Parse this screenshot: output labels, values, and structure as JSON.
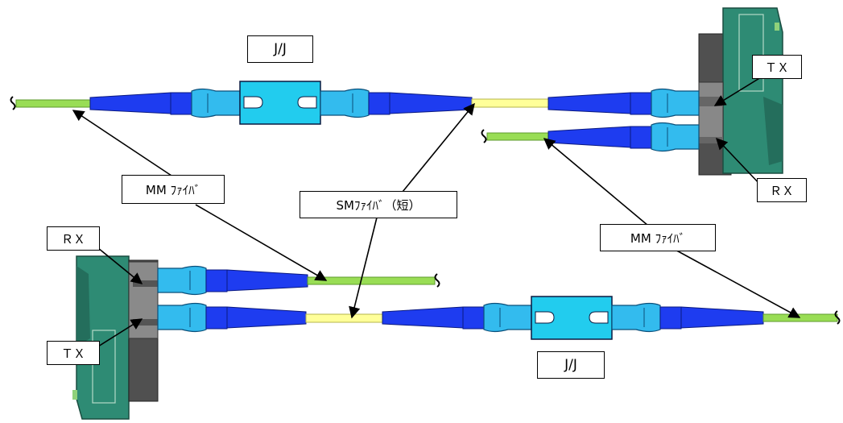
{
  "labels": {
    "jj_top": "J/J",
    "jj_bottom": "J/J",
    "tx_top": "ＴＸ",
    "rx_top": "ＲＸ",
    "rx_bottom": "ＲＸ",
    "tx_bottom": "ＴＸ",
    "mm_left": "MM ﾌｧｲﾊﾞ",
    "sm_center": "SMﾌｧｲﾊﾞ（短）",
    "mm_right": "MM ﾌｧｲﾊﾞ"
  },
  "colors": {
    "mm_fiber": "#99dd55",
    "sm_fiber": "#ffff99",
    "connector_blue": "#1e3cf0",
    "connector_light": "#33bbee",
    "adapter": "#22ccee",
    "module_green": "#2e8b74",
    "module_gray": "#555555"
  }
}
